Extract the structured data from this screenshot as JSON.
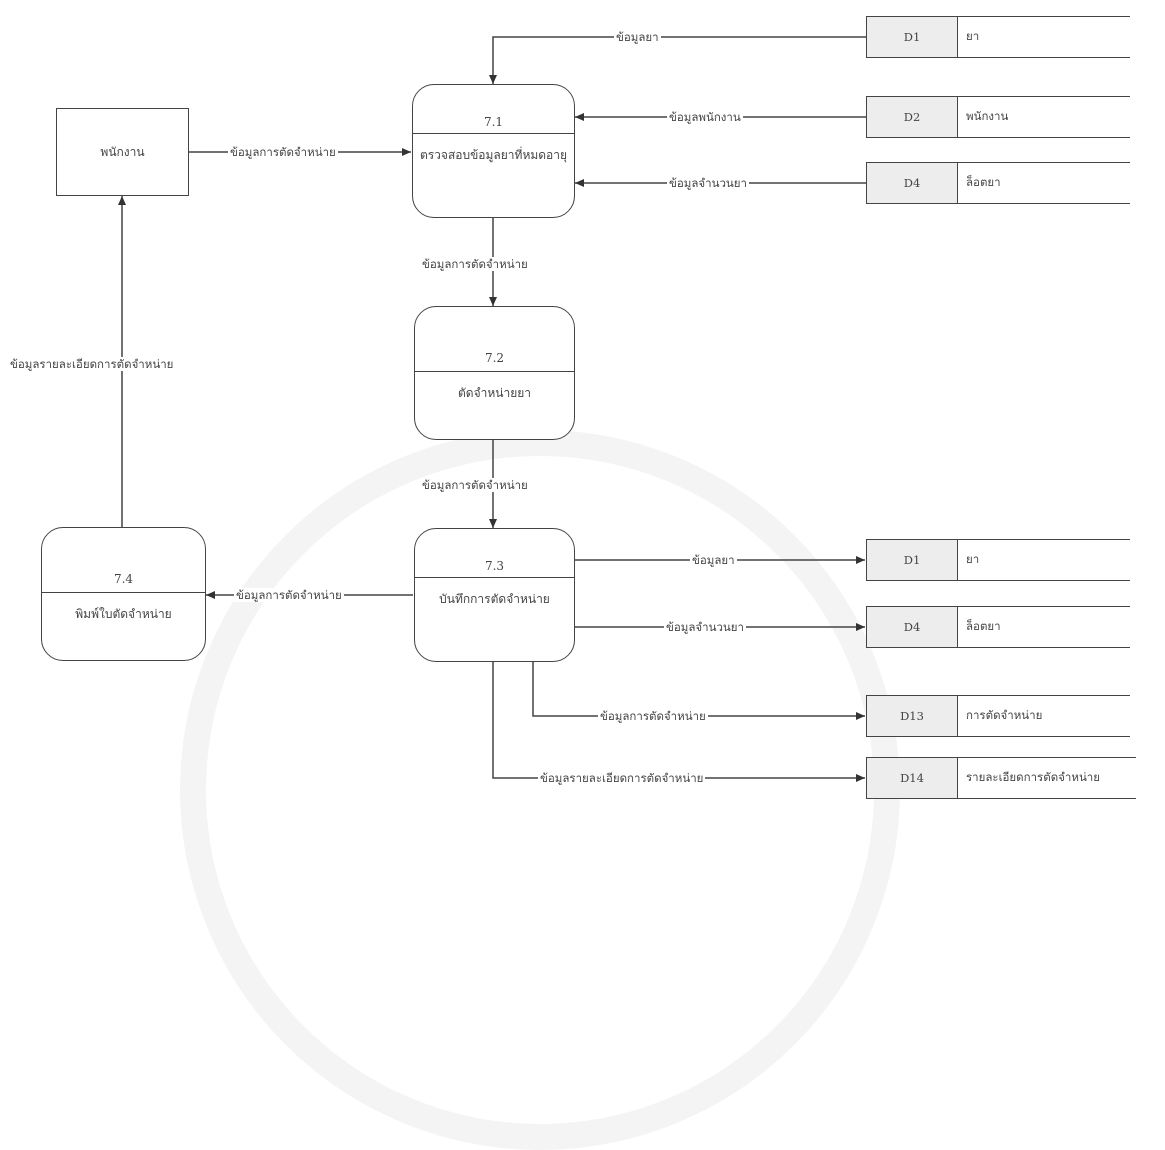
{
  "entities": {
    "staff": {
      "label": "พนักงาน"
    }
  },
  "processes": [
    {
      "id": "7.1",
      "name": "ตรวจสอบข้อมูลยาที่หมดอายุ"
    },
    {
      "id": "7.2",
      "name": "ตัดจำหน่ายยา"
    },
    {
      "id": "7.3",
      "name": "บันทึกการตัดจำหน่าย"
    },
    {
      "id": "7.4",
      "name": "พิมพ์ใบตัดจำหน่าย"
    }
  ],
  "stores": [
    {
      "id": "D1",
      "name": "ยา"
    },
    {
      "id": "D2",
      "name": "พนักงาน"
    },
    {
      "id": "D4",
      "name": "ล็อตยา"
    },
    {
      "id": "D1",
      "name": "ยา"
    },
    {
      "id": "D4",
      "name": "ล็อตยา"
    },
    {
      "id": "D13",
      "name": "การตัดจำหน่าย"
    },
    {
      "id": "D14",
      "name": "รายละเอียดการตัดจำหน่าย"
    }
  ],
  "flows": {
    "d1_to_71": "ข้อมูลยา",
    "d2_to_71": "ข้อมูลพนักงาน",
    "d4_to_71": "ข้อมูลจำนวนยา",
    "staff_to_71": "ข้อมูลการตัดจำหน่าย",
    "p71_to_72": "ข้อมูลการตัดจำหน่าย",
    "p72_to_73": "ข้อมูลการตัดจำหน่าย",
    "p73_to_74": "ข้อมูลการตัดจำหน่าย",
    "p74_to_staff": "ข้อมูลรายละเอียดการตัดจำหน่าย",
    "p73_to_d1": "ข้อมูลยา",
    "p73_to_d4": "ข้อมูลจำนวนยา",
    "p73_to_d13": "ข้อมูลการตัดจำหน่าย",
    "p73_to_d14": "ข้อมูลรายละเอียดการตัดจำหน่าย"
  }
}
